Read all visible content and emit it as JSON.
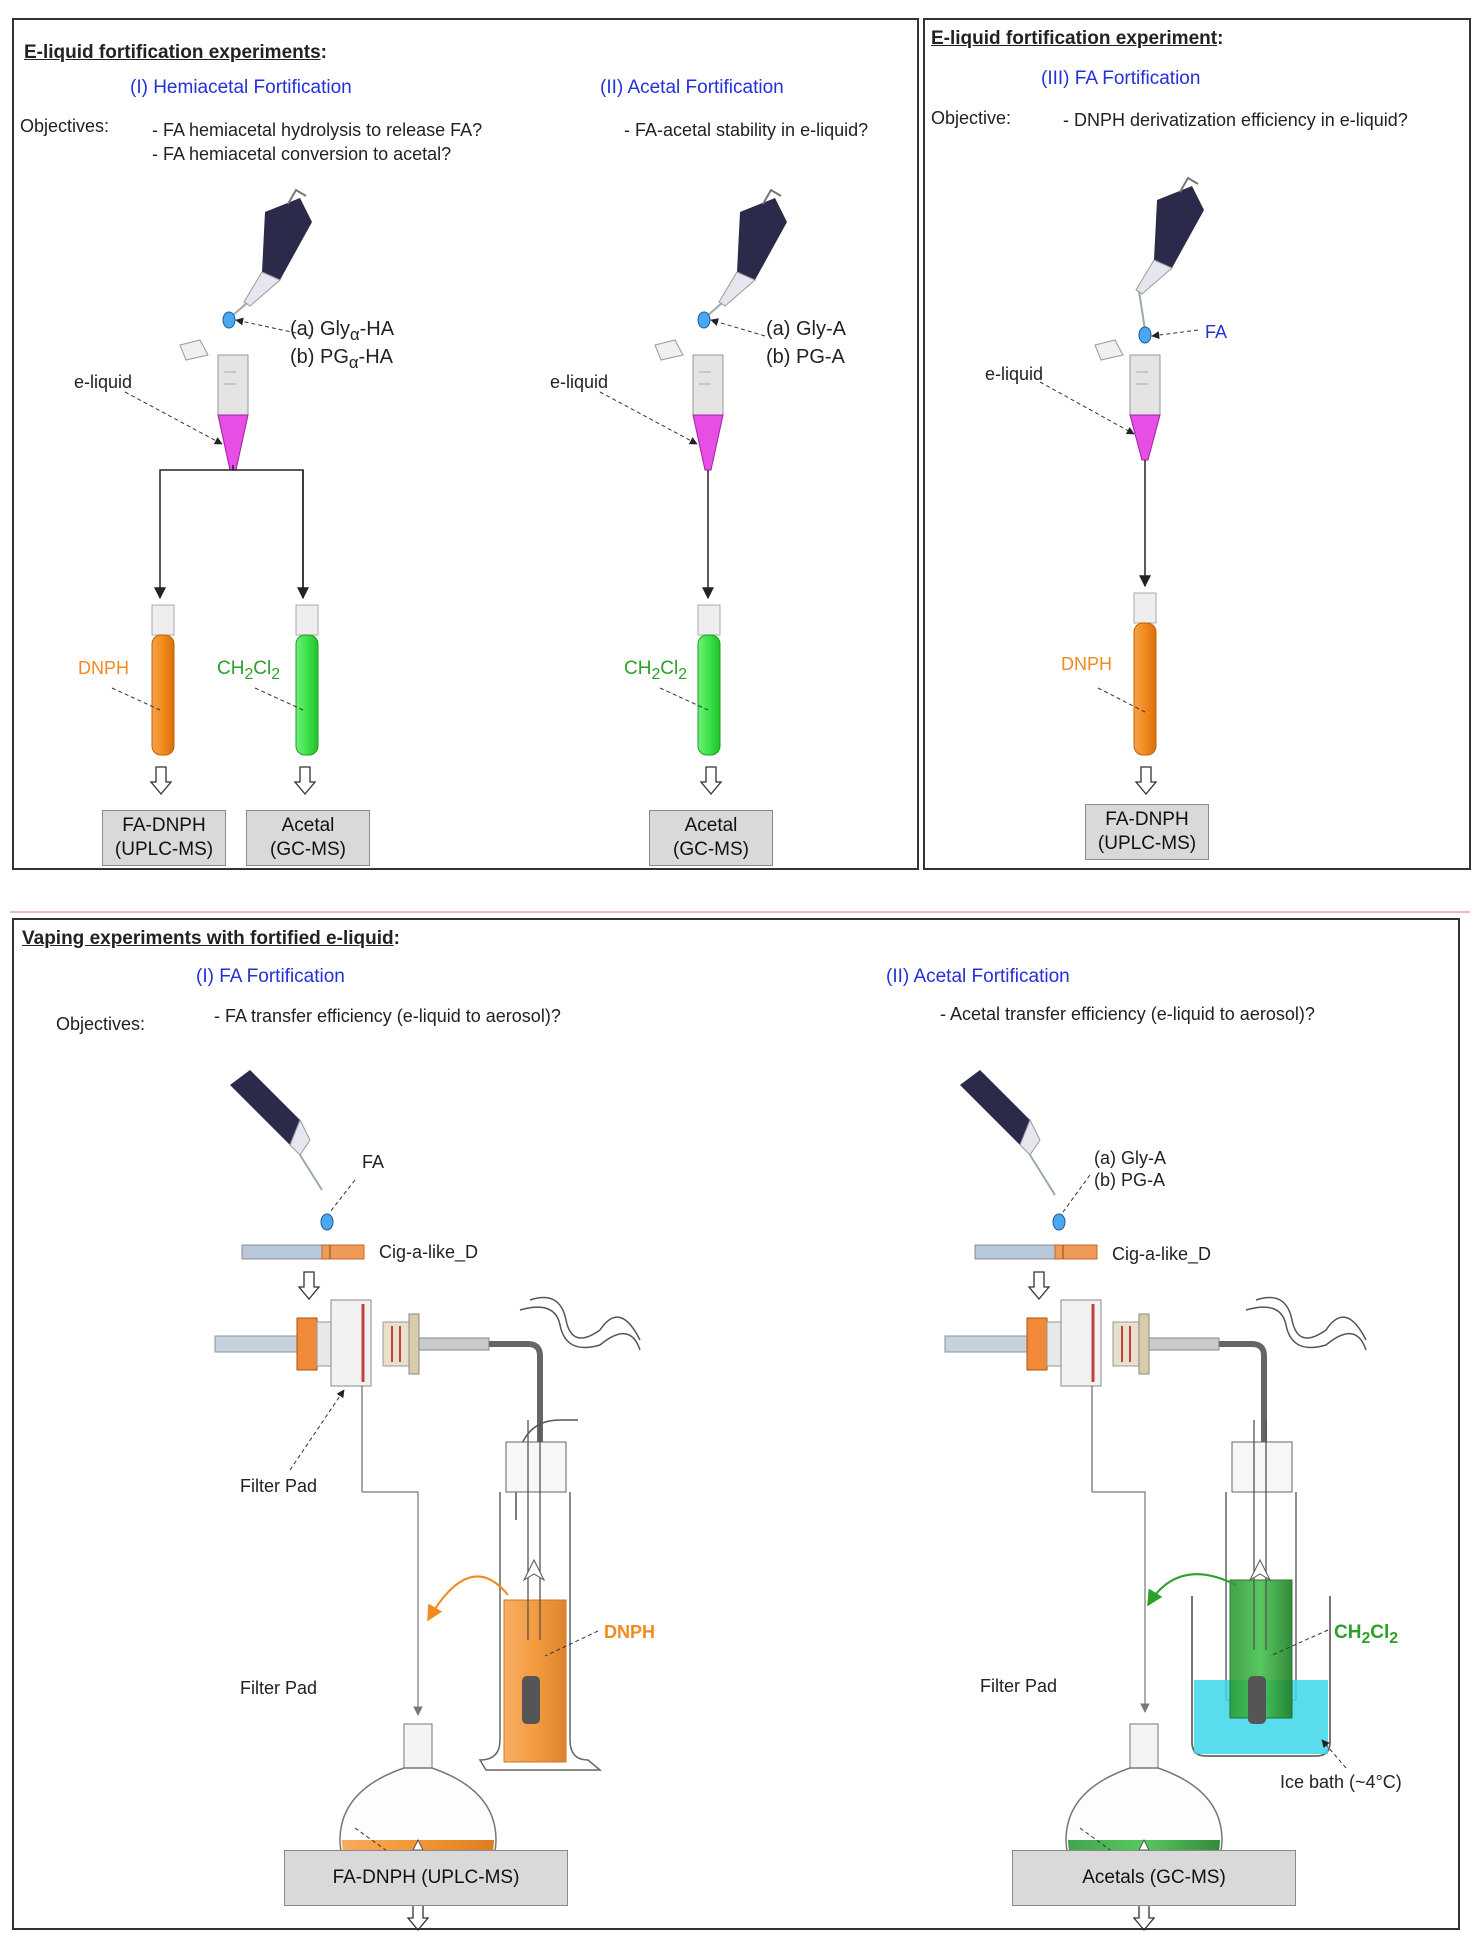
{
  "panels": {
    "p1": {
      "title": "E-liquid fortification experiments",
      "title_suffix": ":",
      "sub1": "(I) Hemiacetal Fortification",
      "sub2": "(II) Acetal Fortification",
      "objectives_label": "Objectives:",
      "obj1a": "- FA hemiacetal hydrolysis to release FA?",
      "obj1b": "- FA hemiacetal conversion to acetal?",
      "obj2": "- FA-acetal stability in e-liquid?",
      "eliquid1": "e-liquid",
      "eliquid2": "e-liquid",
      "reagent1a_pre": "(a) Gly",
      "reagent1a_sub": "α",
      "reagent1a_post": "-HA",
      "reagent1b_pre": "(b) PG",
      "reagent1b_sub": "α",
      "reagent1b_post": "-HA",
      "reagent2a": "(a) Gly-A",
      "reagent2b": "(b) PG-A",
      "dnph": "DNPH",
      "ch2cl2_a": "CH",
      "ch2cl2_b": "2",
      "ch2cl2_c": "Cl",
      "ch2cl2_d": "2",
      "box1_l1": "FA-DNPH",
      "box1_l2": "(UPLC-MS)",
      "box2_l1": "Acetal",
      "box2_l2": "(GC-MS)",
      "box3_l1": "Acetal",
      "box3_l2": "(GC-MS)"
    },
    "p2": {
      "title": "E-liquid fortification experiment",
      "title_suffix": ":",
      "sub": "(III) FA Fortification",
      "objective_label": "Objective:",
      "obj": "- DNPH derivatization efficiency in e-liquid?",
      "fa": "FA",
      "eliquid": "e-liquid",
      "dnph": "DNPH",
      "box_l1": "FA-DNPH",
      "box_l2": "(UPLC-MS)"
    },
    "p3": {
      "title": "Vaping experiments with fortified e-liquid",
      "title_suffix": ":",
      "sub1": "(I) FA Fortification",
      "sub2": "(II) Acetal Fortification",
      "objectives_label": "Objectives:",
      "obj1": "- FA transfer efficiency (e-liquid to aerosol)?",
      "obj2": "- Acetal transfer efficiency (e-liquid to aerosol)?",
      "fa": "FA",
      "reagent_a": "(a) Gly-A",
      "reagent_b": "(b) PG-A",
      "cig1": "Cig-a-like_D",
      "cig2": "Cig-a-like_D",
      "filter_pad_1": "Filter Pad",
      "filter_pad_2": "Filter Pad",
      "filter_pad_3": "Filter Pad",
      "dnph": "DNPH",
      "ch2cl2_a": "CH",
      "ch2cl2_b": "2",
      "ch2cl2_c": "Cl",
      "ch2cl2_d": "2",
      "ice_bath": "Ice bath (~4°C)",
      "box1": "FA-DNPH (UPLC-MS)",
      "box2": "Acetals (GC-MS)"
    }
  },
  "colors": {
    "orange": "#f28a1e",
    "green": "#2aa12a",
    "blue_text": "#2430d8",
    "pipette": "#2c2a4a",
    "magenta": "#e040e0",
    "ice": "#3cd6e8"
  }
}
